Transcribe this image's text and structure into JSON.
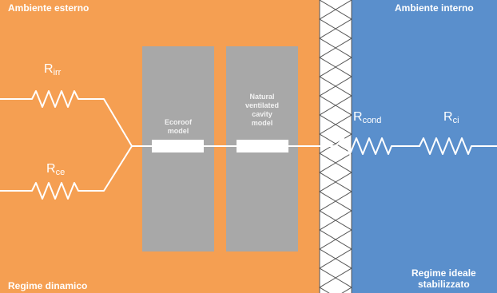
{
  "colors": {
    "external": "#f59f52",
    "internal": "#5a8fcc",
    "model_box": "#a8a8a8",
    "wall": "#ffffff",
    "wire": "#ffffff"
  },
  "labels": {
    "external_env": "Ambiente esterno",
    "internal_env": "Ambiente interno",
    "dynamic_regime": "Regime dinamico",
    "ideal_regime_line1": "Regime ideale",
    "ideal_regime_line2": "stabilizzato"
  },
  "models": {
    "ecoroof_line1": "Ecoroof",
    "ecoroof_line2": "model",
    "cavity_line1": "Natural",
    "cavity_line2": "ventilated",
    "cavity_line3": "cavity",
    "cavity_line4": "model"
  },
  "resistors": {
    "irr": {
      "symbol": "R",
      "sub": "irr"
    },
    "ce": {
      "symbol": "R",
      "sub": "ce"
    },
    "cond": {
      "symbol": "R",
      "sub": "cond"
    },
    "ci": {
      "symbol": "R",
      "sub": "ci"
    }
  }
}
